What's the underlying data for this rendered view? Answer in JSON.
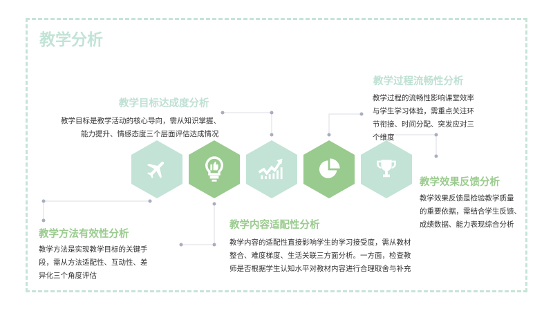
{
  "page": {
    "title": "教学分析"
  },
  "colors": {
    "teal": "#c2e3d6",
    "green": "#99ca8e",
    "border": "#c6e4d8",
    "connector": "#a9adc0"
  },
  "sections": {
    "goal": {
      "title": "教学目标达成度分析",
      "lines": [
        "教学目标是教学活动的核心导向，需从知识掌握、",
        "能力提升、情感态度三个层面评估达成情况"
      ]
    },
    "process": {
      "title": "教学过程流畅性分析",
      "lines": [
        "教学过程的流畅性影响课堂效率",
        "与学生学习体验，需重点关注环",
        "节衔接、时间分配、突发应对三",
        "个维度"
      ]
    },
    "effect": {
      "title": "教学效果反馈分析",
      "lines": [
        "教学效果反馈是检验教学质量",
        "的重要依据，需结合学生反馈、",
        "成绩数据、能力表现综合分析"
      ]
    },
    "method": {
      "title": "教学方法有效性分析",
      "lines": [
        "教学方法是实现教学目标的关键手",
        "段，需从方法适配性、互动性、差",
        "异化三个角度评估"
      ]
    },
    "content": {
      "title": "教学内容适配性分析",
      "lines": [
        "教学内容的适配性直接影响学生的学习接受度，需从教材",
        "整合、难度梯度、生活关联三方面分析。一方面，检查教",
        "师是否根据学生认知水平对教材内容进行合理取舍与补充"
      ]
    }
  },
  "hexagons": [
    {
      "icon": "airplane-icon",
      "color": "teal"
    },
    {
      "icon": "lightbulb-thumbs-up-icon",
      "color": "green"
    },
    {
      "icon": "growth-chart-icon",
      "color": "teal"
    },
    {
      "icon": "pie-chart-icon",
      "color": "green"
    },
    {
      "icon": "trophy-icon",
      "color": "teal"
    }
  ]
}
